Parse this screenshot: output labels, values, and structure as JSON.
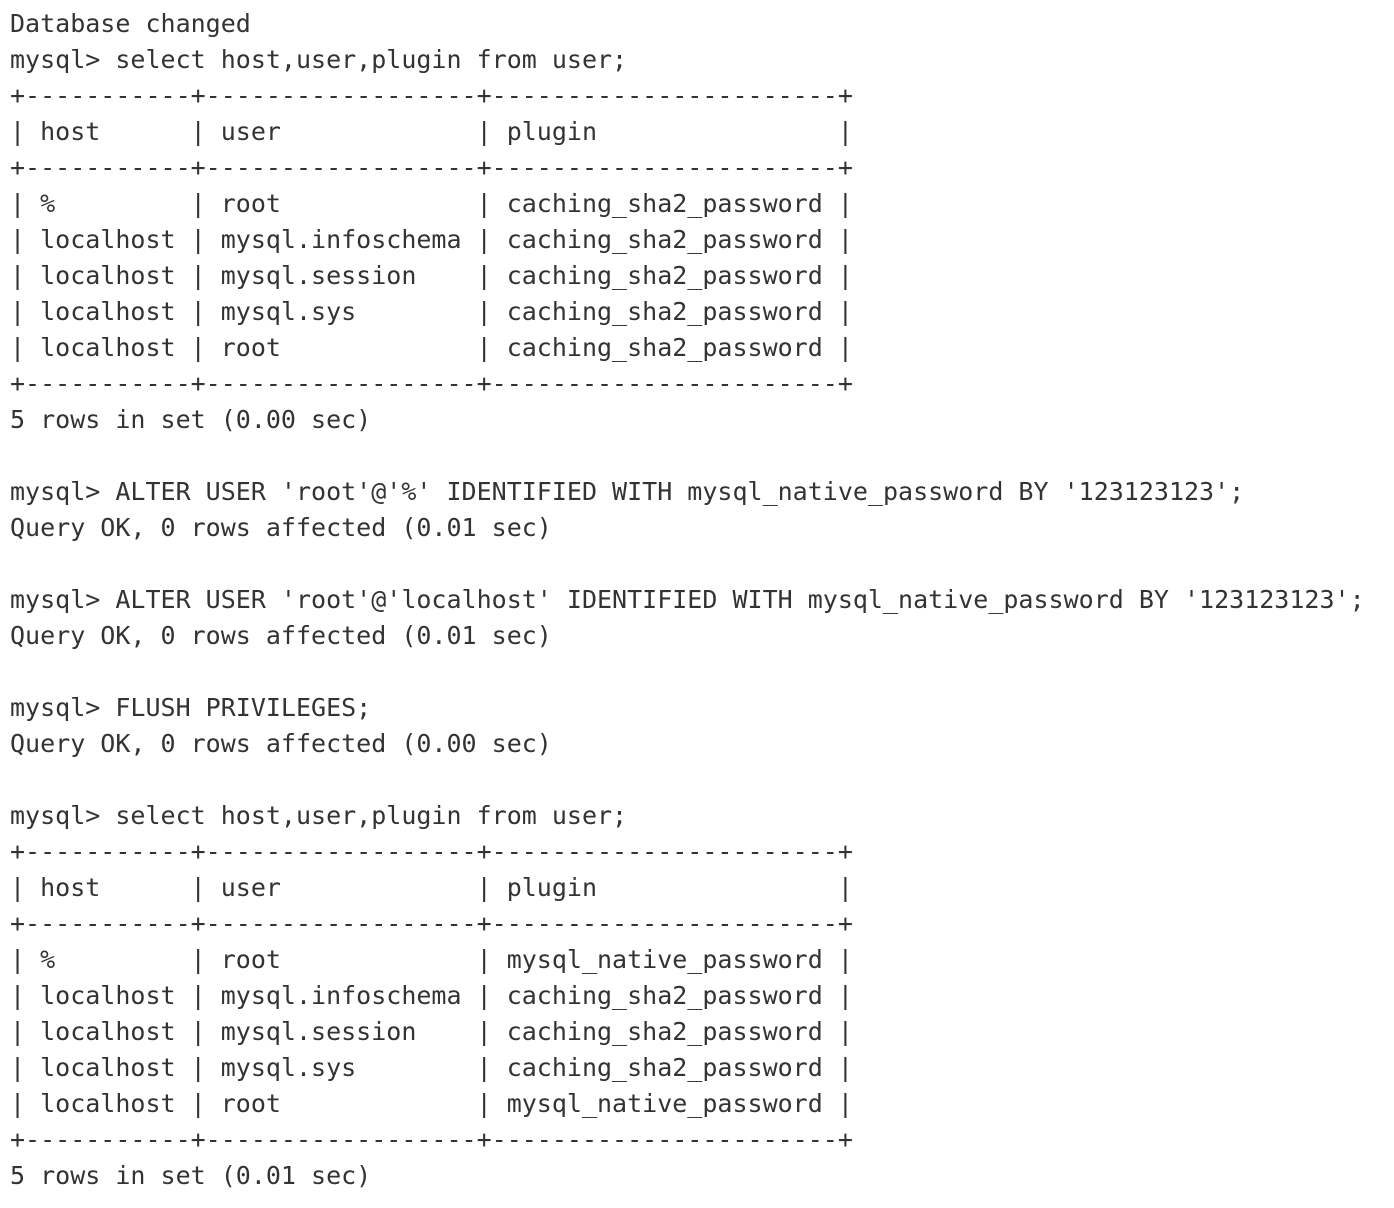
{
  "terminal": {
    "lines": [
      "Database changed",
      "mysql> select host,user,plugin from user;",
      "+-----------+------------------+-----------------------+",
      "| host      | user             | plugin                |",
      "+-----------+------------------+-----------------------+",
      "| %         | root             | caching_sha2_password |",
      "| localhost | mysql.infoschema | caching_sha2_password |",
      "| localhost | mysql.session    | caching_sha2_password |",
      "| localhost | mysql.sys        | caching_sha2_password |",
      "| localhost | root             | caching_sha2_password |",
      "+-----------+------------------+-----------------------+",
      "5 rows in set (0.00 sec)",
      "",
      "mysql> ALTER USER 'root'@'%' IDENTIFIED WITH mysql_native_password BY '123123123';",
      "Query OK, 0 rows affected (0.01 sec)",
      "",
      "mysql> ALTER USER 'root'@'localhost' IDENTIFIED WITH mysql_native_password BY '123123123';",
      "Query OK, 0 rows affected (0.01 sec)",
      "",
      "mysql> FLUSH PRIVILEGES;",
      "Query OK, 0 rows affected (0.00 sec)",
      "",
      "mysql> select host,user,plugin from user;",
      "+-----------+------------------+-----------------------+",
      "| host      | user             | plugin                |",
      "+-----------+------------------+-----------------------+",
      "| %         | root             | mysql_native_password |",
      "| localhost | mysql.infoschema | caching_sha2_password |",
      "| localhost | mysql.session    | caching_sha2_password |",
      "| localhost | mysql.sys        | caching_sha2_password |",
      "| localhost | root             | mysql_native_password |",
      "+-----------+------------------+-----------------------+",
      "5 rows in set (0.01 sec)"
    ]
  }
}
